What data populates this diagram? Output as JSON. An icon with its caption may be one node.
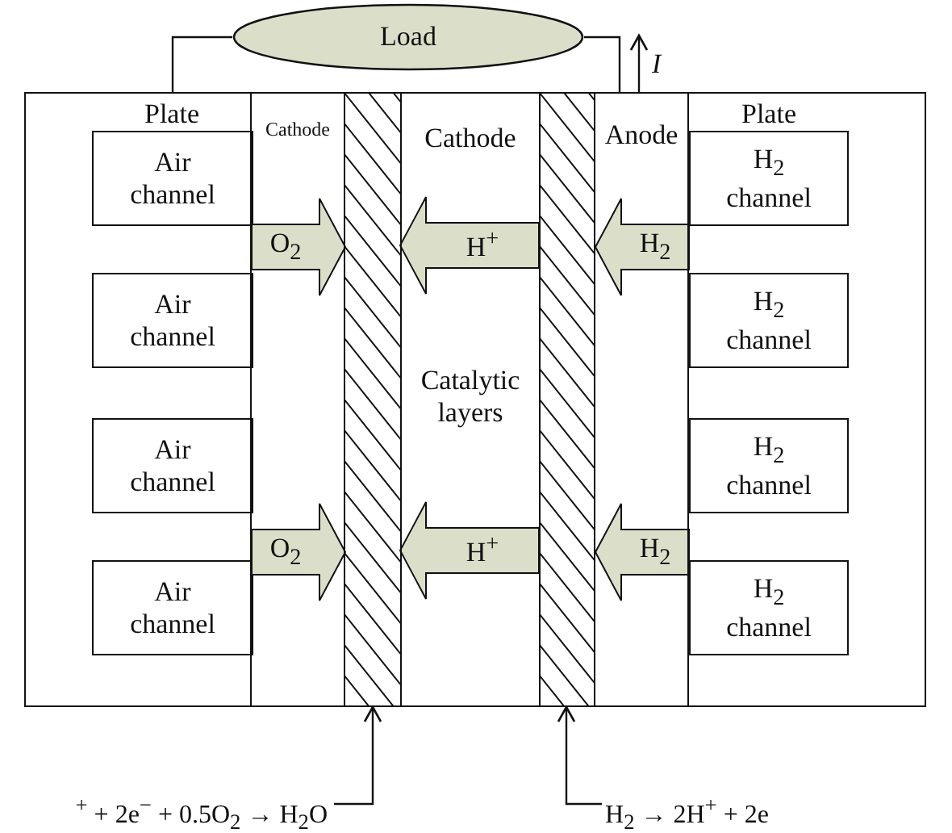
{
  "diagram": {
    "nodes": [
      {
        "text": [
          "Plate"
        ]
      },
      {
        "text": [
          "Air channel"
        ],
        "in": 0
      },
      {
        "text": [
          "Air channel"
        ],
        "in": 0
      },
      {
        "text": [
          "Air channel"
        ],
        "in": 0
      },
      {
        "text": [
          "Air channel"
        ],
        "in": 0
      },
      {
        "text": [
          "Cathode"
        ]
      },
      {
        "text": [],
        "shape": "bar"
      },
      {
        "text": [
          "Cathode",
          "Catalytic layers"
        ]
      },
      {
        "text": [],
        "shape": "bar"
      },
      {
        "text": [
          "Anode"
        ]
      },
      {
        "text": [
          "Plate"
        ]
      },
      {
        "text": [
          "H$_{2}$ channel"
        ],
        "in": 10
      },
      {
        "text": [
          "H$_{2}$ channel"
        ],
        "in": 10
      },
      {
        "text": [
          "H$_{2}$ channel"
        ],
        "in": 10
      },
      {
        "text": [
          "H$_{2}$ channel"
        ],
        "in": 10
      },
      {
        "text": [
          "Load"
        ]
      },
      {
        "text": [
          "O$_{2}$"
        ],
        "in": 5
      },
      {
        "text": [
          "H$_{2}$"
        ],
        "in": 9
      },
      {
        "text": [
          "O$_{2}$"
        ],
        "in": 5
      },
      {
        "text": [
          "H$_{2}$"
        ],
        "in": 9
      },
      {
        "text": [
          "$^{+}$ + 2e$^{−}$ + 0.5O$_{2}$ → H$_{2}$O"
        ]
      },
      {
        "text": [
          "H$_{2}$ → 2H$^{+}$ + 2e"
        ]
      }
    ],
    "edges": [
      {
        "from": 15,
        "to": 0,
        "arrow": "none"
      },
      {
        "from": 15,
        "to": 9,
        "arrow": "none"
      },
      {
        "from": 8,
        "to": 6,
        "arrow": "to",
        "label": "H$^{+}$",
        "style": "thick"
      },
      {
        "from": 20,
        "to": 6,
        "arrow": "to"
      },
      {
        "from": 21,
        "to": 8,
        "arrow": "to"
      },
      {
        "from": 8,
        "to": 6,
        "arrow": "to",
        "label": "H$^{+}$",
        "style": "thick"
      }
    ],
    "labels": [
      "I"
    ]
  }
}
